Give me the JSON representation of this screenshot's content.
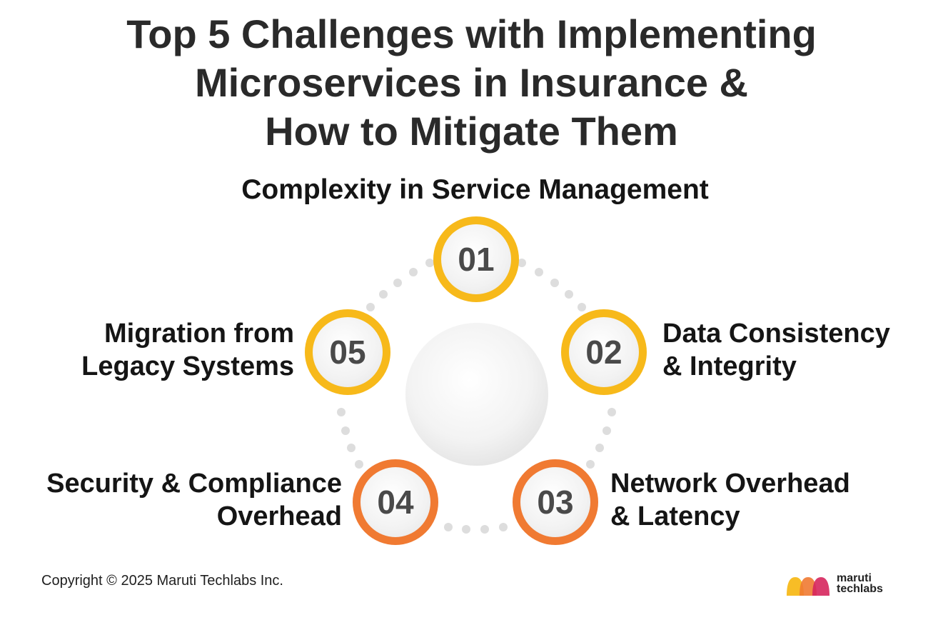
{
  "title": {
    "line1": "Top 5 Challenges with Implementing",
    "line2": "Microservices in Insurance &",
    "line3": "How to Mitigate Them"
  },
  "challenges": [
    {
      "number": "01",
      "lines": [
        "Complexity in Service Management"
      ],
      "color": "#f7b91a"
    },
    {
      "number": "02",
      "lines": [
        "Data Consistency",
        "& Integrity"
      ],
      "color": "#f7b91a"
    },
    {
      "number": "03",
      "lines": [
        "Network Overhead",
        "& Latency"
      ],
      "color": "#f07a32"
    },
    {
      "number": "04",
      "lines": [
        "Security & Compliance",
        "Overhead"
      ],
      "color": "#f07a32"
    },
    {
      "number": "05",
      "lines": [
        "Migration from",
        "Legacy Systems"
      ],
      "color": "#f7b91a"
    }
  ],
  "footer": {
    "copyright": "Copyright © 2025 Maruti Techlabs Inc."
  },
  "logo": {
    "line1": "maruti",
    "line2": "techlabs",
    "colors": [
      "#f7b91a",
      "#f07a32",
      "#d6265d"
    ]
  }
}
